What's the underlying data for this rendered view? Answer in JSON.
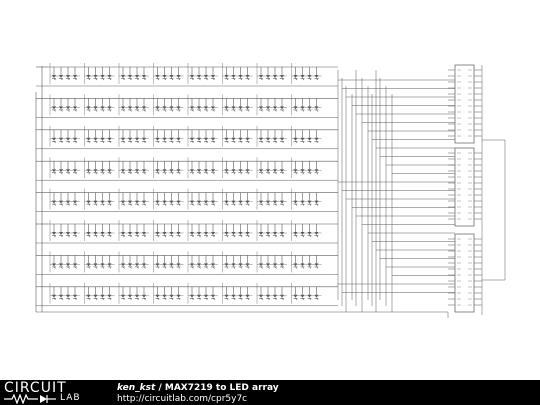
{
  "footer": {
    "logo_word1": "CIRCUIT",
    "logo_word2": "LAB",
    "author": "ken_kst",
    "separator": " / ",
    "title": "MAX7219 to LED array",
    "url": "http://circuitlab.com/cpr5y7c"
  },
  "schematic": {
    "led_rows": 8,
    "led_cols": 8,
    "chips": 3
  },
  "colors": {
    "wire": "#5a5a5a",
    "footer_bg": "#000000",
    "footer_text": "#ffffff"
  }
}
